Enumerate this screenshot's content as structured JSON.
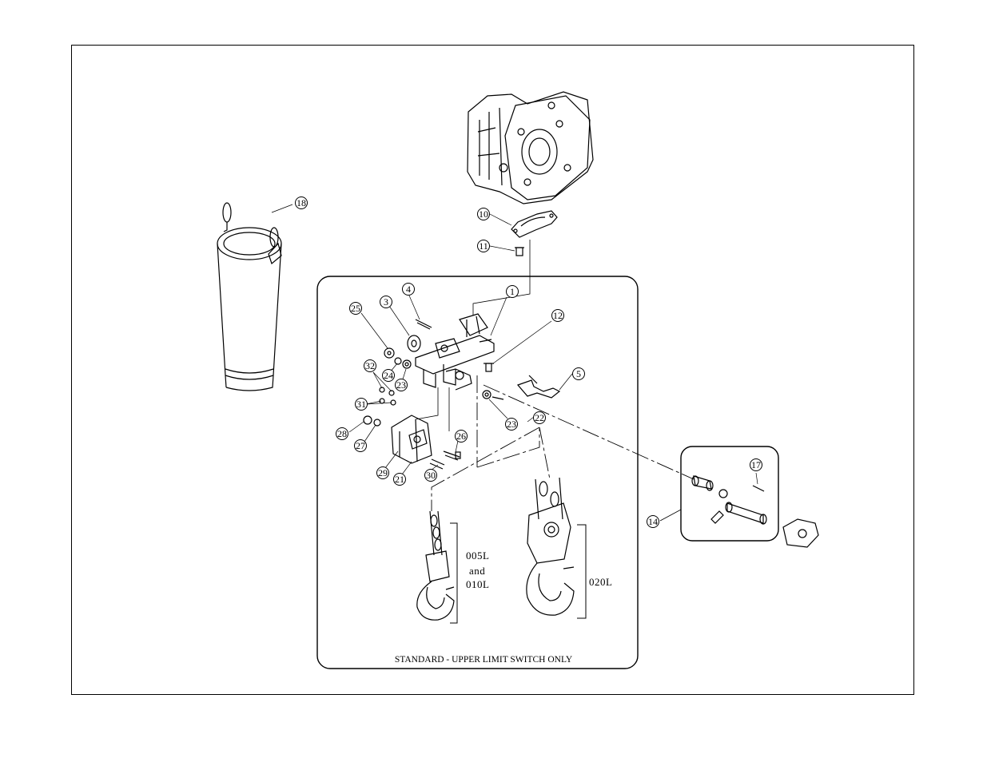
{
  "callouts": [
    {
      "id": "c18",
      "label": "18"
    },
    {
      "id": "c10",
      "label": "10"
    },
    {
      "id": "c11",
      "label": "11"
    },
    {
      "id": "c1",
      "label": "1"
    },
    {
      "id": "c4",
      "label": "4"
    },
    {
      "id": "c3",
      "label": "3"
    },
    {
      "id": "c25",
      "label": "25"
    },
    {
      "id": "c12",
      "label": "12"
    },
    {
      "id": "c5",
      "label": "5"
    },
    {
      "id": "c32",
      "label": "32"
    },
    {
      "id": "c24",
      "label": "24"
    },
    {
      "id": "c23a",
      "label": "23"
    },
    {
      "id": "c31",
      "label": "31"
    },
    {
      "id": "c23b",
      "label": "23"
    },
    {
      "id": "c22",
      "label": "22"
    },
    {
      "id": "c28",
      "label": "28"
    },
    {
      "id": "c27",
      "label": "27"
    },
    {
      "id": "c26",
      "label": "26"
    },
    {
      "id": "c29",
      "label": "29"
    },
    {
      "id": "c21",
      "label": "21"
    },
    {
      "id": "c30",
      "label": "30"
    },
    {
      "id": "c17",
      "label": "17"
    },
    {
      "id": "c14",
      "label": "14"
    }
  ],
  "labels": {
    "model_small_line1": "005L",
    "model_small_line2": "and",
    "model_small_line3": "010L",
    "model_large": "020L",
    "box_caption": "STANDARD - UPPER LIMIT SWITCH ONLY"
  }
}
